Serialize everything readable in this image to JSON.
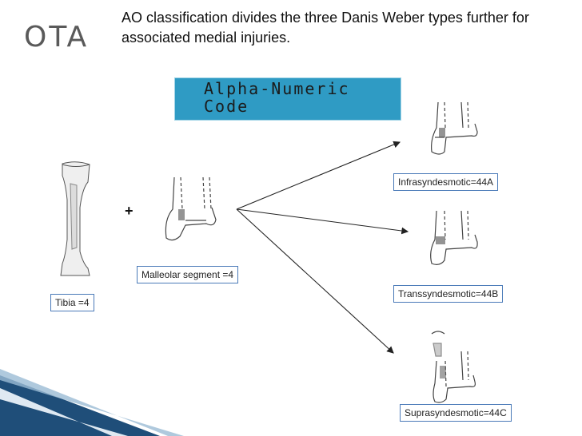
{
  "header": {
    "title": "OTA",
    "subtitle": "AO classification divides the three  Danis Weber types further for associated medial injuries."
  },
  "code_box": {
    "line1": "Alpha-Numeric",
    "line2": "Code"
  },
  "labels": {
    "tibia": "Tibia =4",
    "malleolar": "Malleolar segment =4",
    "infra": "Infrasyndesmotic=44A",
    "trans": "Transsyndesmotic=44B",
    "supra": "Suprasyndesmotic=44C"
  },
  "plus": "+",
  "colors": {
    "code_box": "#2f9bc4",
    "label_border": "#4a7ab8",
    "title": "#5a5a5a",
    "accent_stripe": "#1f4e79"
  }
}
